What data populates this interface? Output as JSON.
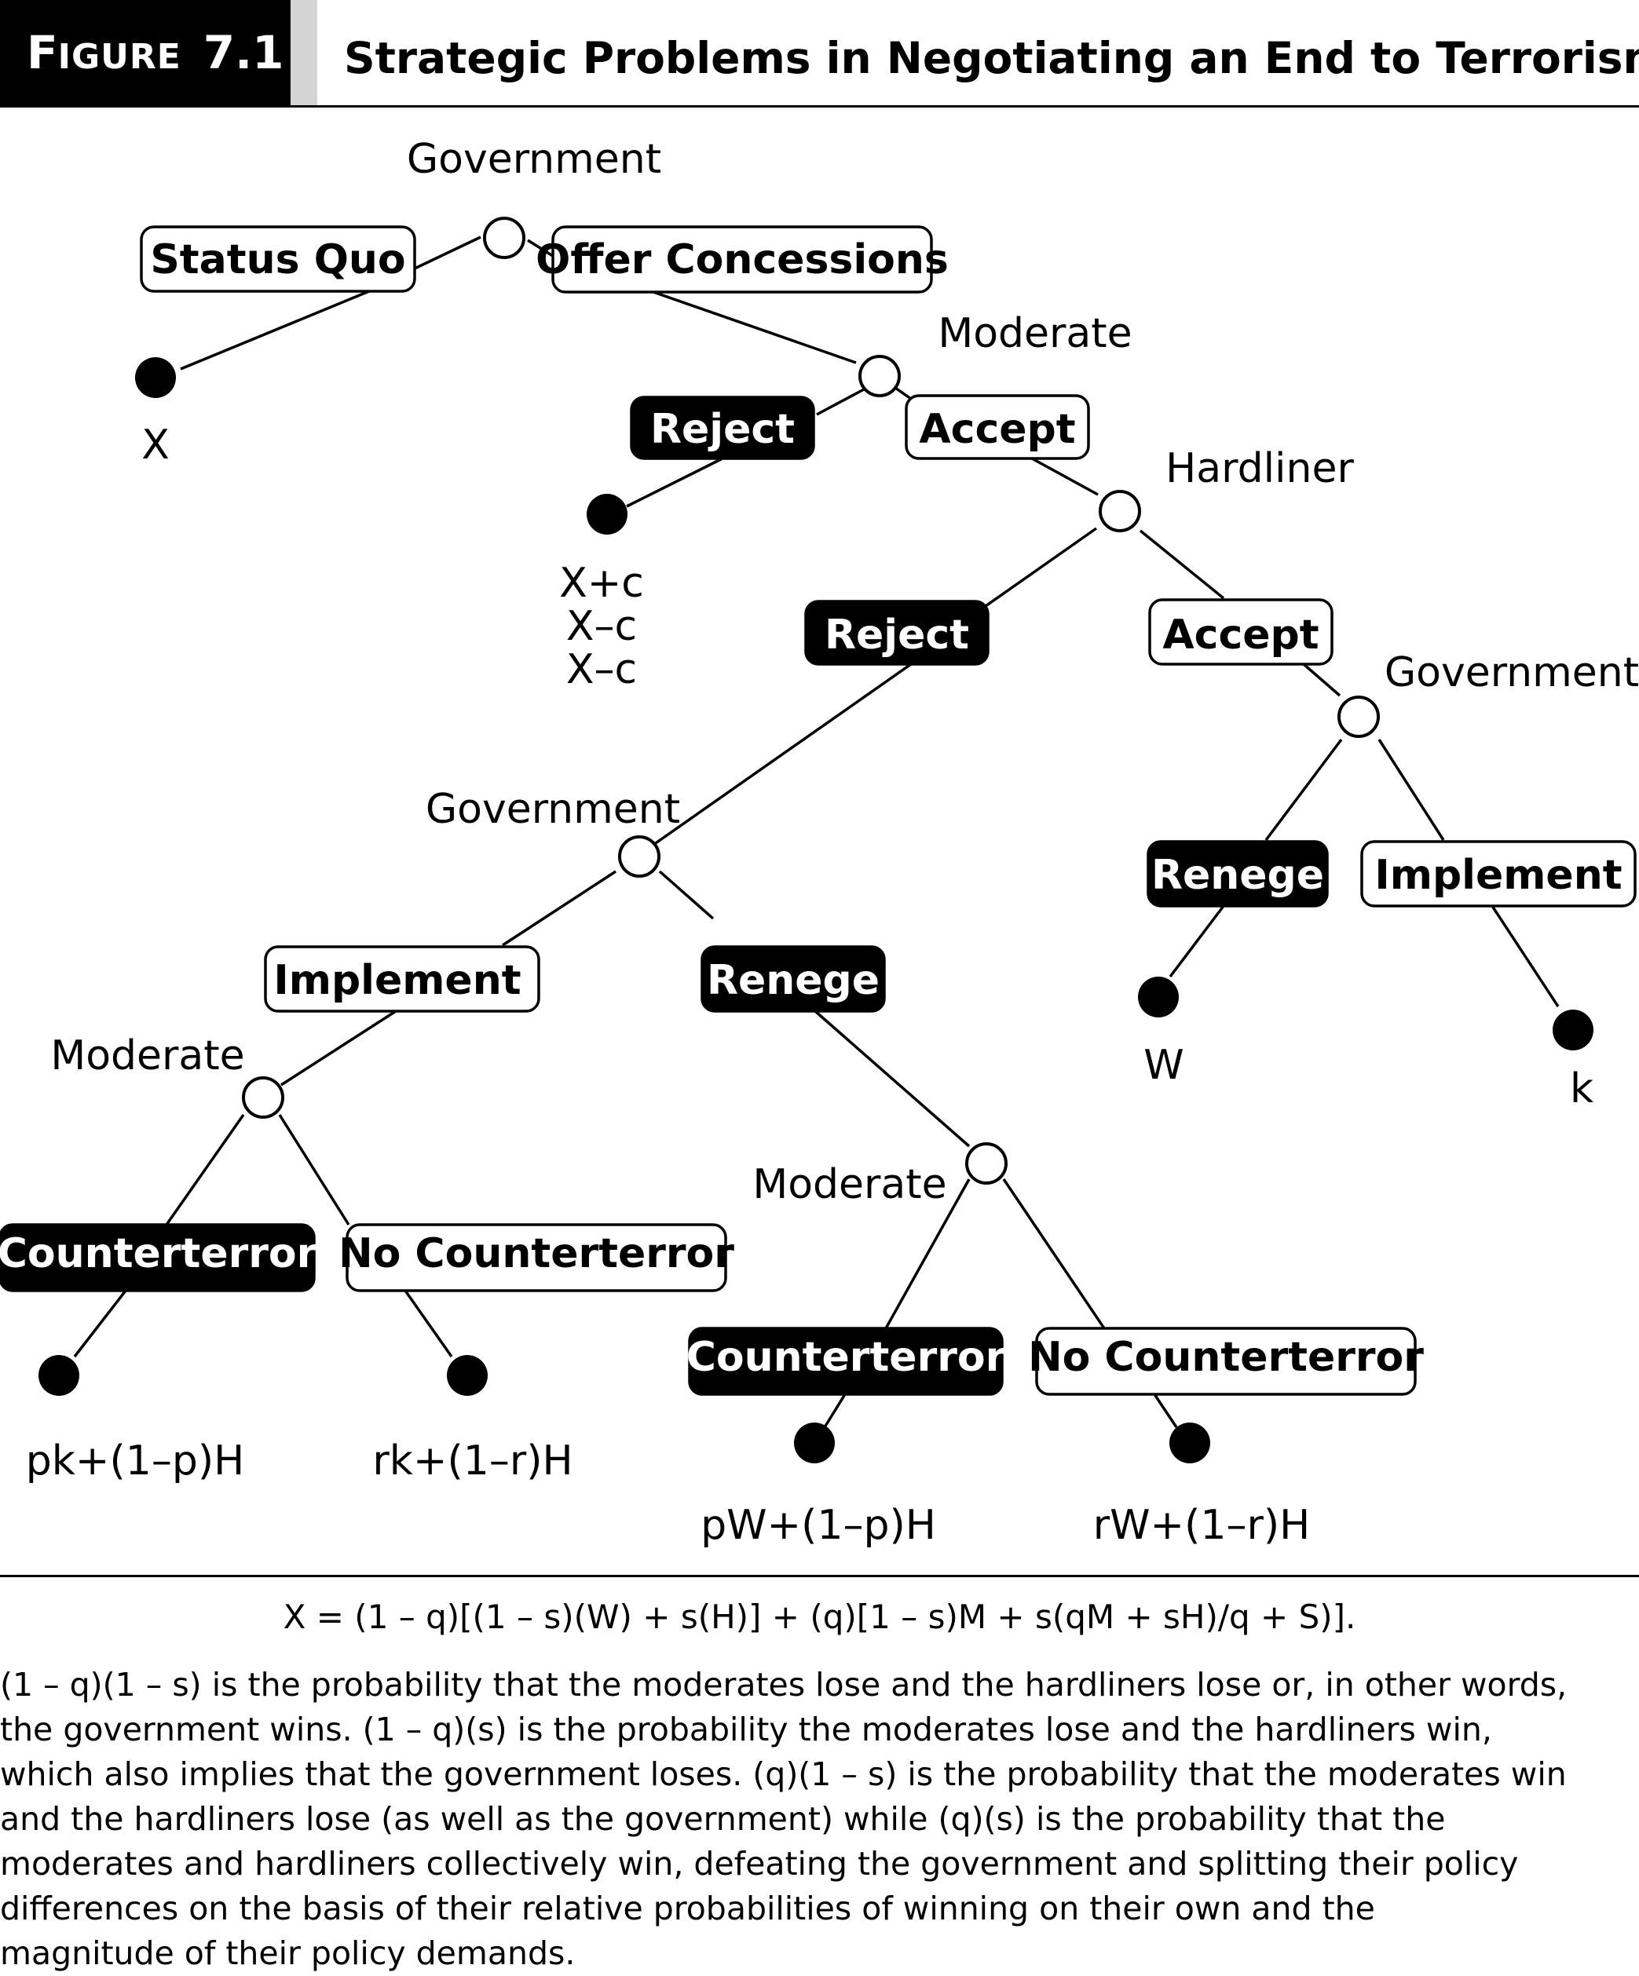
{
  "figure": {
    "tag_word": "Figure",
    "number": "7.1",
    "title": "Strategic Problems in Negotiating an End to Terrorism"
  },
  "tree": {
    "players": {
      "root": "Government",
      "moderate_1": "Moderate",
      "hardliner": "Hardliner",
      "government_accept": "Government",
      "government_reject": "Government",
      "moderate_implement": "Moderate",
      "moderate_renege": "Moderate"
    },
    "actions": {
      "status_quo": "Status Quo",
      "offer_concessions": "Offer Concessions",
      "moderate_reject": "Reject",
      "moderate_accept": "Accept",
      "hardliner_reject": "Reject",
      "hardliner_accept": "Accept",
      "renege_right": "Renege",
      "implement_right": "Implement",
      "implement_left": "Implement",
      "renege_left": "Renege",
      "counterterror_1": "Counterterror",
      "no_counterterror_1": "No Counterterror",
      "counterterror_2": "Counterterror",
      "no_counterterror_2": "No Counterterror"
    },
    "payoffs": {
      "status_quo": "X",
      "moderate_reject": [
        "X+c",
        "X–c",
        "X–c"
      ],
      "renege_right": "W",
      "implement_right": "k",
      "counterterror_1": "pk+(1–p)H",
      "no_counterterror_1": "rk+(1–r)H",
      "counterterror_2": "pW+(1–p)H",
      "no_counterterror_2": "rW+(1–r)H"
    }
  },
  "equation": "X = (1 – q)[(1 – s)(W) + s(H)] + (q)[1 – s)M + s(qM + sH)/q + S)].",
  "note_lines": [
    "(1 – q)(1 – s) is the probability that the moderates lose and the hardliners lose or, in other words,",
    "the government wins. (1 – q)(s) is the probability the moderates lose and the hardliners win,",
    "which also implies that the government loses. (q)(1 – s) is the probability that the moderates win",
    "and the hardliners lose (as well as the government) while (q)(s) is the probability that the",
    "moderates and hardliners collectively win, defeating the government and splitting their policy",
    "differences on the basis of their relative probabilities of winning on their own and the",
    "magnitude of their policy demands."
  ]
}
